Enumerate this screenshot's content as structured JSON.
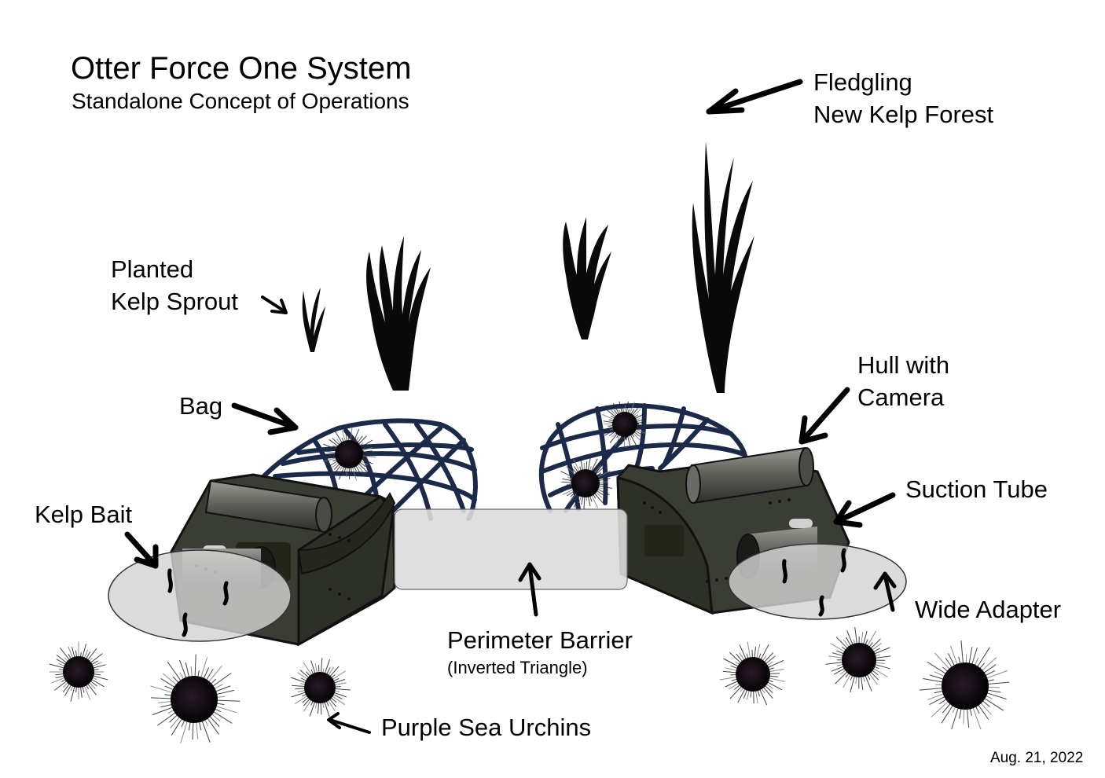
{
  "title": "Otter Force One System",
  "subtitle": "Standalone Concept of Operations",
  "labels": {
    "fledgling": [
      "Fledgling",
      "New Kelp Forest"
    ],
    "planted": [
      "Planted",
      "Kelp Sprout"
    ],
    "bag": "Bag",
    "hull": [
      "Hull with",
      "Camera"
    ],
    "suction": "Suction Tube",
    "kelp_bait": "Kelp Bait",
    "wide_adapter": "Wide Adapter",
    "perimeter": "Perimeter Barrier",
    "perimeter_sub": "(Inverted Triangle)",
    "urchins": "Purple Sea Urchins"
  },
  "date": "Aug. 21, 2022",
  "colors": {
    "net": "#1c2a4a",
    "hull": "#3a3d33",
    "tube": "#6a6a66",
    "lens": "#d3d3d3",
    "barrier": "#dcdcdc",
    "kelp": "#0a0a0a",
    "urchin": "#111111"
  }
}
